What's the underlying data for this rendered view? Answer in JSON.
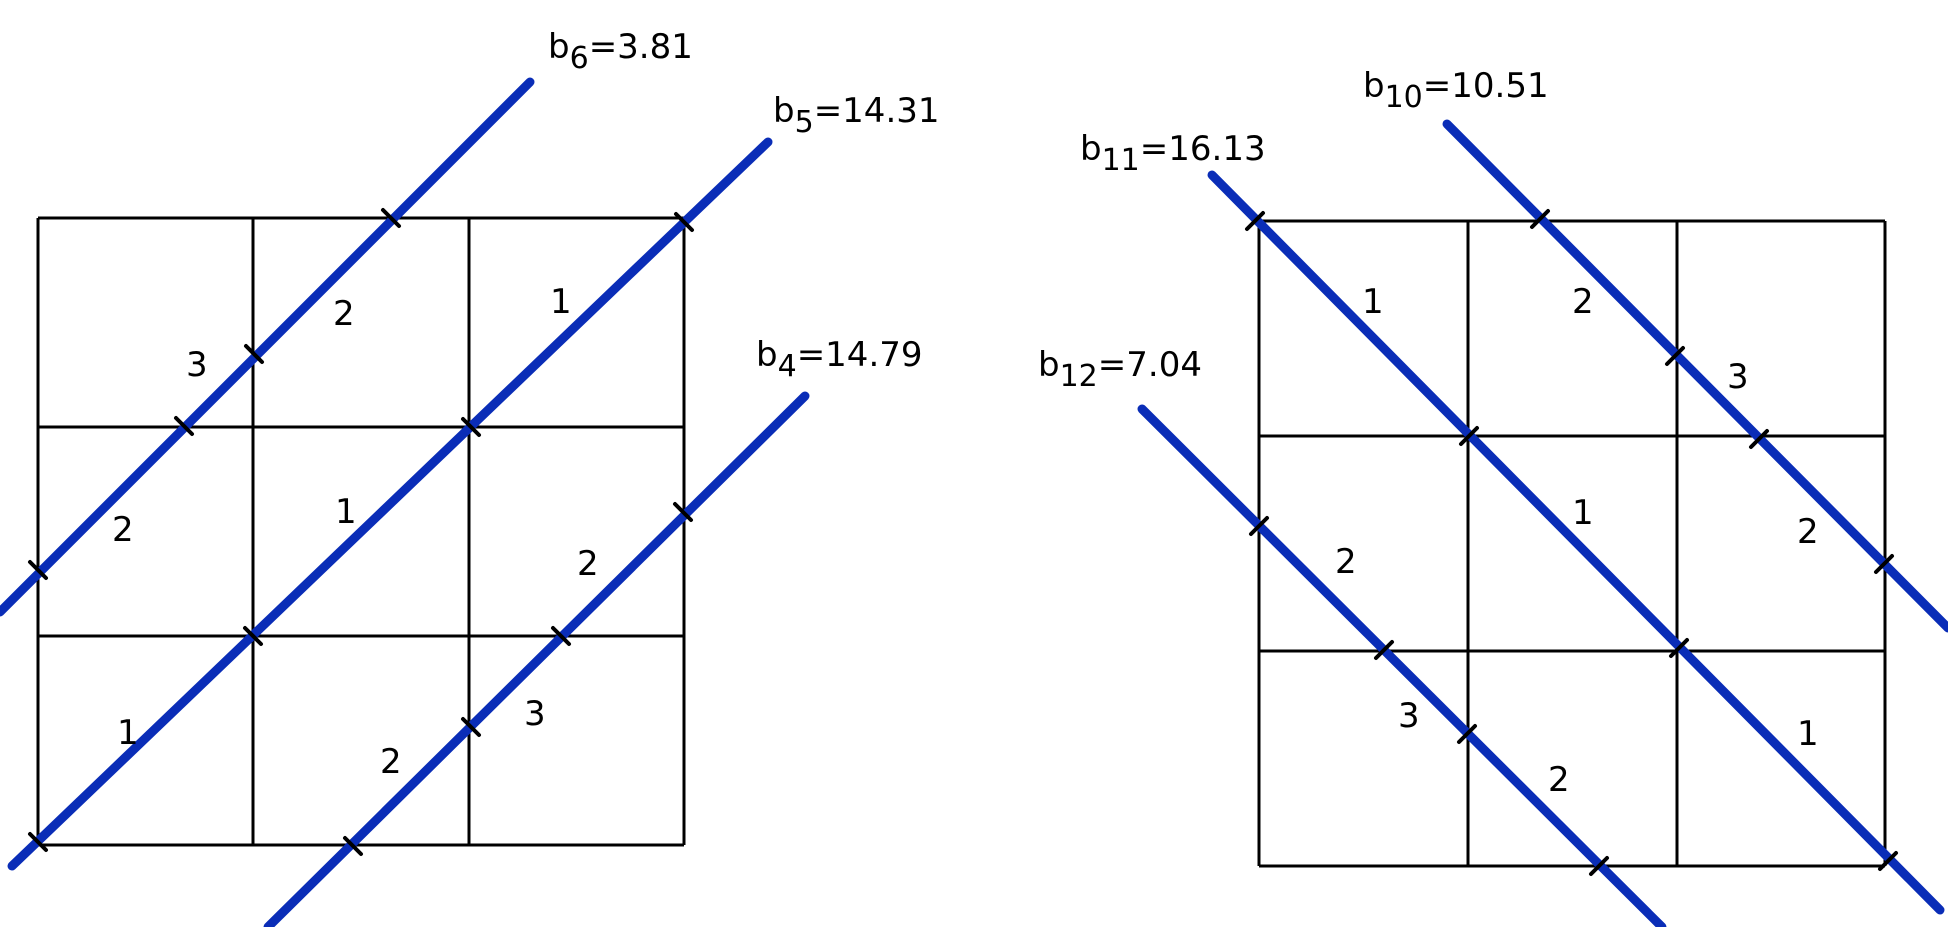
{
  "colors": {
    "ray": "#0a2db7",
    "grid": "#000000",
    "background": "#ffffff"
  },
  "left_panel": {
    "grid_size": [
      3,
      3
    ],
    "rays": [
      {
        "name": "b",
        "sub": "6",
        "value": "=3.81",
        "segments": [
          "2",
          "3",
          "2"
        ]
      },
      {
        "name": "b",
        "sub": "5",
        "value": "=14.31",
        "segments": [
          "1",
          "1",
          "1"
        ]
      },
      {
        "name": "b",
        "sub": "4",
        "value": "=14.79",
        "segments": [
          "2",
          "3",
          "2"
        ]
      }
    ]
  },
  "right_panel": {
    "grid_size": [
      3,
      3
    ],
    "rays": [
      {
        "name": "b",
        "sub": "10",
        "value": "=10.51",
        "segments": [
          "2",
          "3",
          "2"
        ]
      },
      {
        "name": "b",
        "sub": "11",
        "value": "=16.13",
        "segments": [
          "1",
          "1",
          "1"
        ]
      },
      {
        "name": "b",
        "sub": "12",
        "value": "=7.04",
        "segments": [
          "2",
          "3",
          "2"
        ]
      }
    ]
  }
}
